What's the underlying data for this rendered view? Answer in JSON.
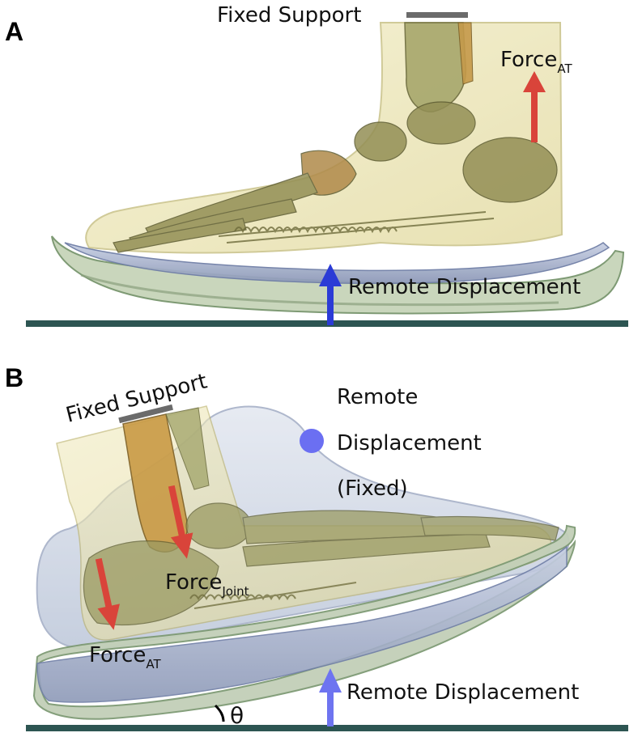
{
  "panel_a": {
    "letter": "A",
    "fixed_support": "Fixed Support",
    "force_at": {
      "main": "Force",
      "sub": "AT"
    },
    "remote_displacement": "Remote Displacement"
  },
  "panel_b": {
    "letter": "B",
    "fixed_support": "Fixed Support",
    "remote_fixed": [
      "Remote",
      "Displacement",
      "(Fixed)"
    ],
    "force_joint": {
      "main": "Force",
      "sub": "Joint"
    },
    "force_at": {
      "main": "Force",
      "sub": "AT"
    },
    "remote_displacement": "Remote Displacement",
    "angle_symbol": "θ"
  },
  "colors": {
    "force_arrow": "#d9443a",
    "displacement_arrow_a": "#2b3bd6",
    "displacement_arrow_b": "#6e74f0",
    "fixed_point": "#6b6ff2",
    "ground": "#2d5552",
    "support_bar": "#6b6b6b",
    "sole_blue": "#aeb8d2",
    "foot_tissue": "#e9e0a0",
    "bone": "#8f8d55"
  }
}
